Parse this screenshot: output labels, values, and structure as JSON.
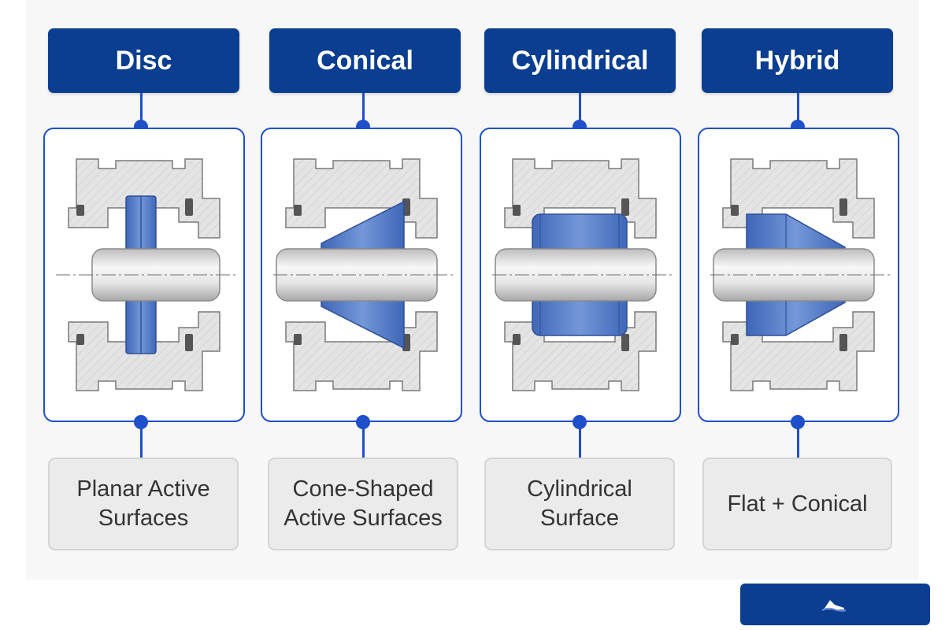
{
  "colors": {
    "title_bg": "#0b3e91",
    "accent": "#1f4fc9",
    "component_fill": "#5b82cc",
    "housing_fill": "#e4e4e4",
    "caption_bg": "#ebebeb"
  },
  "types": [
    {
      "title": "Disc",
      "caption": "Planar Active\nSurfaces",
      "variant": "disc"
    },
    {
      "title": "Conical",
      "caption": "Cone-Shaped\nActive Surfaces",
      "variant": "conical"
    },
    {
      "title": "Cylindrical",
      "caption": "Cylindrical\nSurface",
      "variant": "cylindrical"
    },
    {
      "title": "Hybrid",
      "caption": "Flat + Conical",
      "variant": "hybrid"
    }
  ],
  "badge": {
    "icon": "wave-logo-icon"
  }
}
